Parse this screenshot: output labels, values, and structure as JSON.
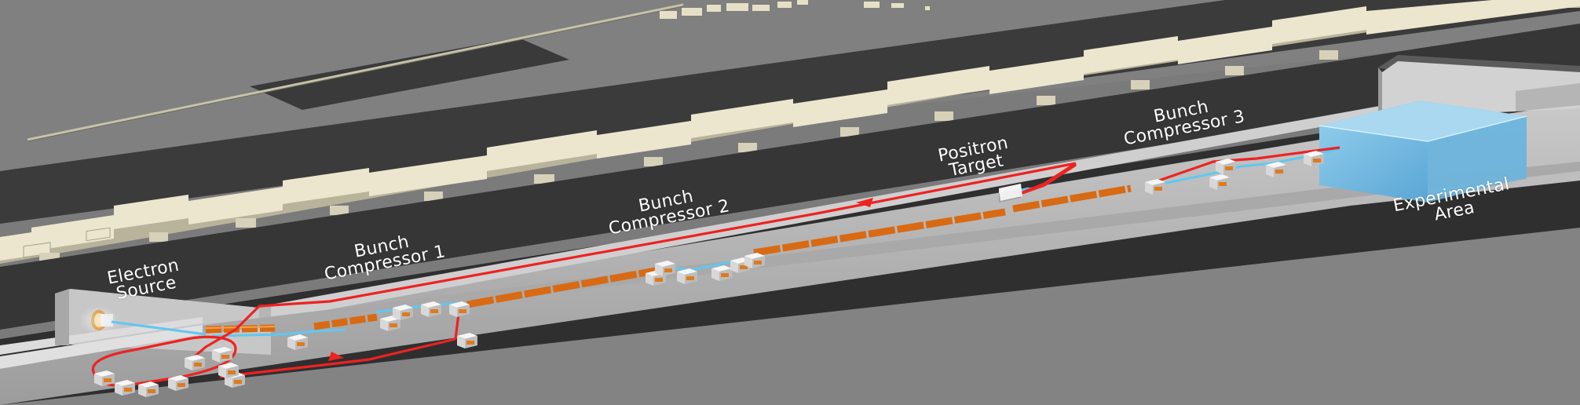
{
  "labels": {
    "electron_source": [
      "Electron",
      "Source"
    ],
    "bunch_compressor_1": [
      "Bunch",
      "Compressor 1"
    ],
    "bunch_compressor_2": [
      "Bunch",
      "Compressor 2"
    ],
    "positron_target": [
      "Positron",
      "Target"
    ],
    "bunch_compressor_3": [
      "Bunch",
      "Compressor 3"
    ],
    "experimental_area": [
      "Experimental",
      "Area"
    ]
  },
  "colors": {
    "ground": "#7a7a7a",
    "ground_light": "#858585",
    "trench": "#383838",
    "building": "#ece6cf",
    "building_shadow": "#b9b39c",
    "tunnel_floor": "#b6b6b6",
    "tunnel_wall": "#d4d4d4",
    "electron_beam": "#5fc8f0",
    "positron_beam": "#ee2222",
    "accelerator": "#d86a14",
    "experimental_box": "#7fc0e6",
    "magnet": "#f2f2f2"
  }
}
